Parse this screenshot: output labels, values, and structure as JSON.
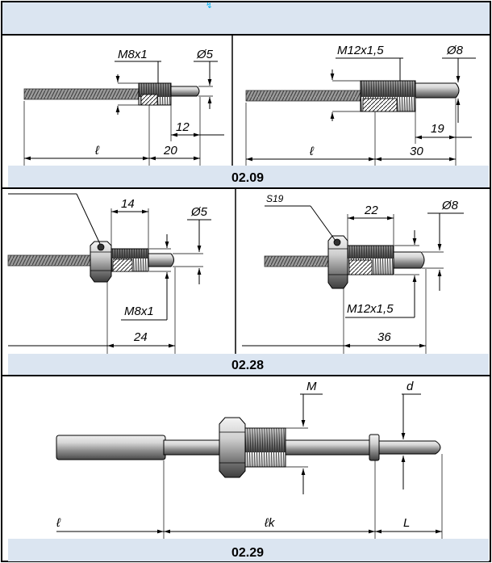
{
  "colors": {
    "band": "#dbe5f1",
    "border": "#000000",
    "accent": "#00b0f0",
    "steel_light": "#e6e6e6",
    "steel_dark": "#5a5a5a"
  },
  "captions": {
    "r1": "02.09",
    "r2": "02.28",
    "r3": "02.29"
  },
  "fig_0209a": {
    "thread": "M8x1",
    "diam": "Ø5",
    "tip": "12",
    "span": "20",
    "length": "ℓ"
  },
  "fig_0209b": {
    "thread": "M12x1,5",
    "diam": "Ø8",
    "tip": "19",
    "span": "30",
    "length": "ℓ"
  },
  "fig_0228a": {
    "top": "14",
    "diam": "Ø5",
    "thread": "M8x1",
    "span": "24"
  },
  "fig_0228b": {
    "nut": "S19",
    "top": "22",
    "diam": "Ø8",
    "thread": "M12x1,5",
    "span": "36"
  },
  "fig_0229": {
    "thread": "M",
    "diam": "d",
    "length": "ℓ",
    "lk": "ℓk",
    "tip": "L"
  }
}
